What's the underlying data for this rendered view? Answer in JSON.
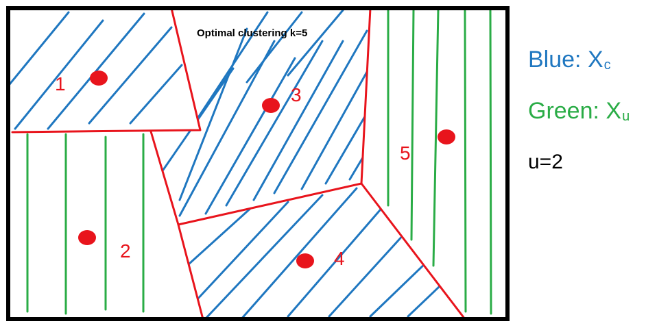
{
  "title": "Optimal clustering k=5",
  "clusters": [
    {
      "label": "1",
      "hatch": "blue"
    },
    {
      "label": "2",
      "hatch": "green"
    },
    {
      "label": "3",
      "hatch": "blue"
    },
    {
      "label": "4",
      "hatch": "blue"
    },
    {
      "label": "5",
      "hatch": "green"
    }
  ],
  "legend": {
    "blue_text": "Blue: X",
    "blue_sub": "c",
    "green_text": "Green: X",
    "green_sub": "u",
    "param": "u=2"
  },
  "colors": {
    "blue": "#1f77c0",
    "green": "#2aac46",
    "boundary": "#e8141c",
    "centroid": "#e8141c",
    "frame": "#000000"
  }
}
